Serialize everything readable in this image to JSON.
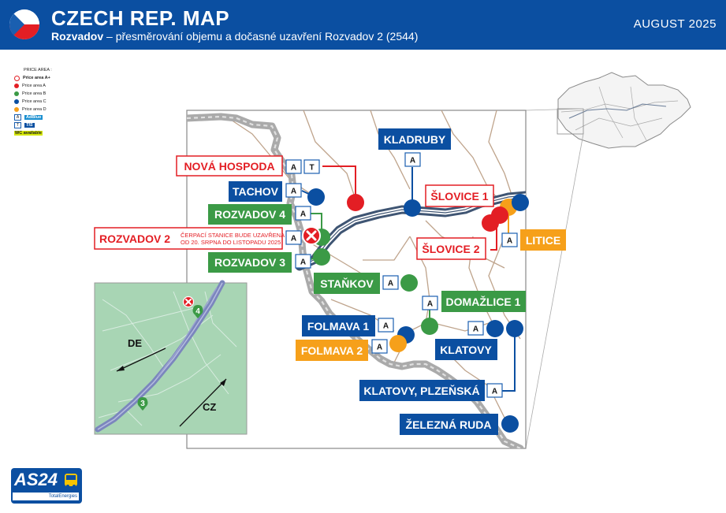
{
  "header": {
    "title": "CZECH REP. MAP",
    "subtitle_bold": "Rozvadov",
    "subtitle_rest": " – přesměrování objemu a dočasné uzavření Rozvadov 2 (2544)",
    "date": "AUGUST 2025"
  },
  "legend": {
    "title": "PRICE AREA :",
    "items": [
      {
        "label": "Price area A+",
        "color": "#ffffff"
      },
      {
        "label": "Price area A",
        "color": "#e31e24"
      },
      {
        "label": "Price area B",
        "color": "#3b9a46"
      },
      {
        "label": "Price area C",
        "color": "#0b4fa1"
      },
      {
        "label": "Price area D",
        "color": "#f6a01a"
      }
    ],
    "services": [
      {
        "code": "A",
        "label": "AdBlue"
      },
      {
        "code": "T",
        "label": "TIS"
      },
      {
        "code": "WC",
        "label": "available"
      }
    ]
  },
  "stations": {
    "nova_hospoda": "NOVÁ HOSPODA",
    "kladruby": "KLADRUBY",
    "tachov": "TACHOV",
    "slovice1": "ŠLOVICE 1",
    "rozvadov4": "ROZVADOV 4",
    "rozvadov2": "ROZVADOV 2",
    "rozvadov2_note1": "ČERPACÍ STANICE BUDE UZAVŘENA",
    "rozvadov2_note2": "OD 20. SRPNA DO LISTOPADU 2025",
    "slovice2": "ŠLOVICE 2",
    "litice": "LITICE",
    "rozvadov3": "ROZVADOV 3",
    "stankov": "STAŇKOV",
    "domazlice1": "DOMAŽLICE 1",
    "folmava1": "FOLMAVA 1",
    "folmava2": "FOLMAVA 2",
    "klatovy": "KLATOVY",
    "klatovy_plzenska": "KLATOVY, PLZEŇSKÁ",
    "zelezna_ruda": "ŽELEZNÁ RUDA"
  },
  "service_codes": {
    "adblue": "A",
    "tis": "T"
  },
  "inset": {
    "de": "DE",
    "cz": "CZ",
    "marker4": "4",
    "marker3": "3"
  },
  "colors": {
    "area_a": "#e31e24",
    "area_b": "#3b9a46",
    "area_c": "#0b4fa1",
    "area_d": "#f6a01a",
    "brand": "#0b4fa1"
  },
  "logo": {
    "brand": "AS24",
    "partner": "TotalEnergies"
  }
}
